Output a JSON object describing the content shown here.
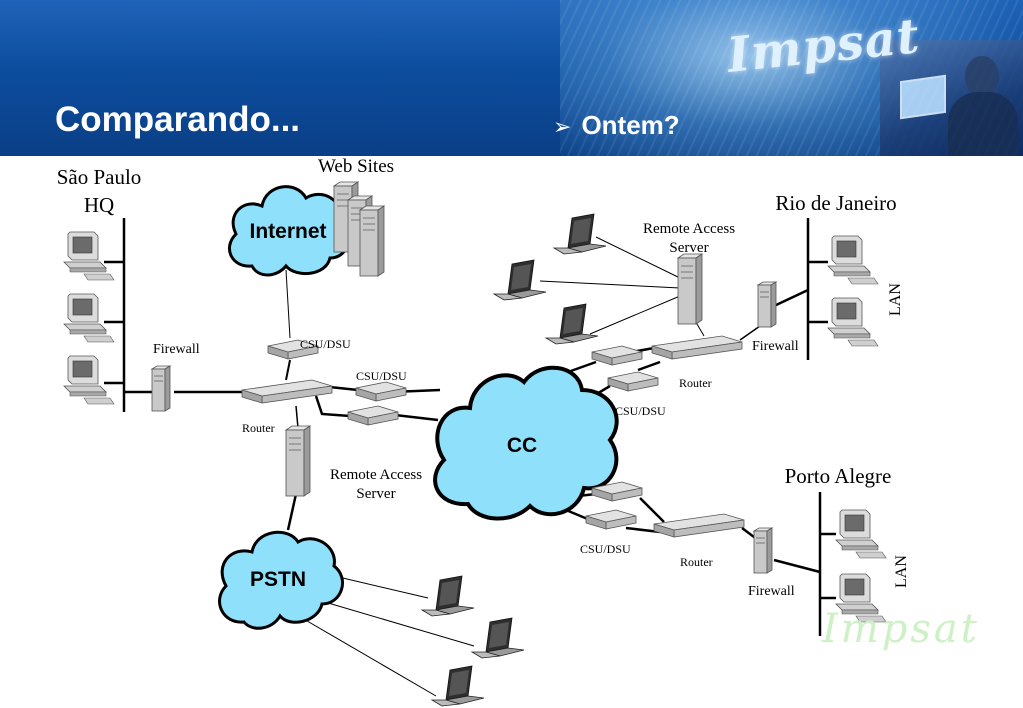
{
  "header": {
    "title": "Comparando...",
    "subtitle": "Ontem?",
    "bullet": "➢",
    "logo": "Impsat",
    "background_color": "#0d4d9e"
  },
  "diagram": {
    "sites": {
      "sao_paulo": "São Paulo",
      "hq": "HQ",
      "rio": "Rio de Janeiro",
      "porto_alegre": "Porto Alegre"
    },
    "clouds": {
      "internet": "Internet",
      "cc": "CC",
      "pstn": "PSTN",
      "fill_color": "#8fe0fb"
    },
    "labels": {
      "web_sites": "Web Sites",
      "firewall": "Firewall",
      "csu_dsu": "CSU/DSU",
      "router": "Router",
      "remote_access_server_line1": "Remote Access",
      "remote_access_server_line2": "Server",
      "lan": "LAN"
    }
  },
  "watermark": "Impsat"
}
